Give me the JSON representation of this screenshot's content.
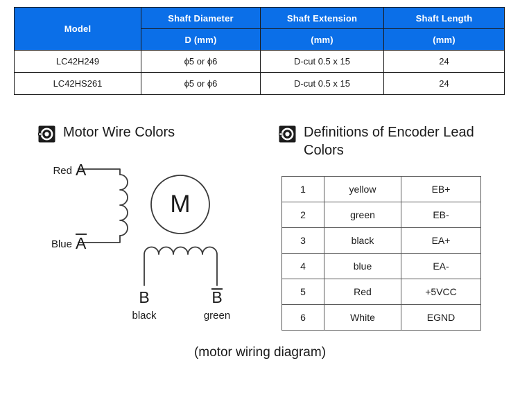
{
  "spec_table": {
    "headers_top": [
      "Model",
      "Shaft Diameter",
      "Shaft Extension",
      "Shaft Length"
    ],
    "headers_sub": [
      "D (mm)",
      "(mm)",
      "(mm)"
    ],
    "rows": [
      {
        "model": "LC42H249",
        "diameter": "ϕ5 or ϕ6",
        "extension": "D-cut 0.5 x 15",
        "length": "24"
      },
      {
        "model": "LC42HS261",
        "diameter": "ϕ5 or ϕ6",
        "extension": "D-cut 0.5 x 15",
        "length": "24"
      }
    ],
    "header_bg": "#0B6FE8",
    "header_fg": "#FFFFFF"
  },
  "sections": {
    "motor": {
      "icon": "target-icon",
      "title": "Motor Wire Colors"
    },
    "encoder": {
      "icon": "target-icon",
      "title": "Definitions of Encoder Lead Colors"
    }
  },
  "wiring_diagram": {
    "motor_label": "M",
    "phase_a_top_color": "Red",
    "phase_a_top_terminal": "A",
    "phase_a_bottom_color": "Blue",
    "phase_a_bottom_terminal": "A̅",
    "phase_b_left_terminal": "B",
    "phase_b_left_color": "black",
    "phase_b_right_terminal": "B̅",
    "phase_b_right_color": "green",
    "caption": "(motor wiring diagram)"
  },
  "encoder_table": {
    "rows": [
      {
        "no": "1",
        "color": "yellow",
        "signal": "EB+"
      },
      {
        "no": "2",
        "color": "green",
        "signal": "EB-"
      },
      {
        "no": "3",
        "color": "black",
        "signal": "EA+"
      },
      {
        "no": "4",
        "color": "blue",
        "signal": "EA-"
      },
      {
        "no": "5",
        "color": "Red",
        "signal": "+5VCC"
      },
      {
        "no": "6",
        "color": "White",
        "signal": "EGND"
      }
    ]
  }
}
